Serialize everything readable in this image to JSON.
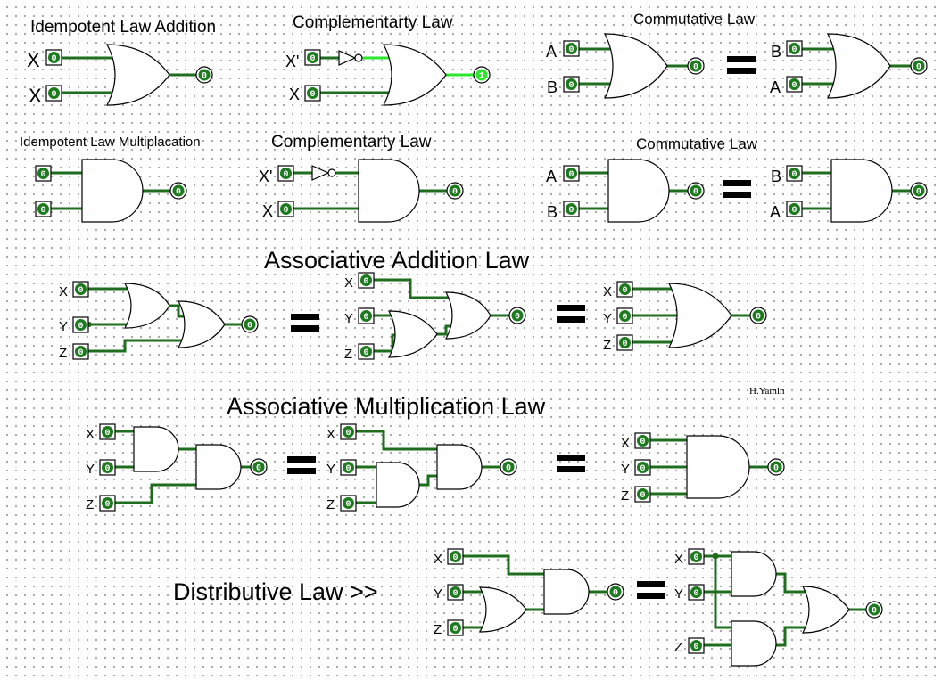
{
  "labels": {
    "idem_add": "Idempotent Law Addition",
    "comp_1": "Complementarty Law",
    "comm_1": "Commutative Law",
    "idem_mul": "Idempotent Law Multiplacation",
    "comp_2": "Complementarty Law",
    "comm_2": "Commutative Law",
    "assoc_add": "Associative Addition Law",
    "assoc_mul": "Associative Multiplication Law",
    "distrib": "Distributive Law >>",
    "author": "H.Yamin"
  },
  "vars": {
    "x": "X",
    "x_not": "X'",
    "y": "Y",
    "z": "Z",
    "a": "A",
    "b": "B"
  },
  "pin_value": "0",
  "out_value": "0",
  "out_value_on": "1",
  "colors": {
    "wire": "#1e6e1e",
    "wire_on": "#2ee62e",
    "pin": "#1e7a1e"
  }
}
